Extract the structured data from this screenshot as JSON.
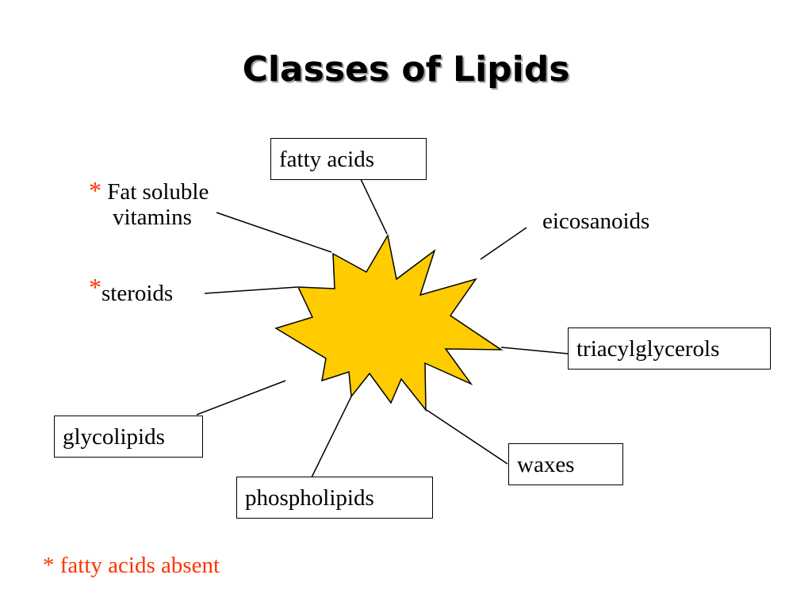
{
  "title": "Classes of Lipids",
  "colors": {
    "burst_fill": "#ffcc00",
    "burst_stroke": "#000000",
    "accent": "#ff3300",
    "text": "#000000"
  },
  "labels": {
    "fatty_acids": "fatty acids",
    "fat_soluble_marker": "*",
    "fat_soluble_line1": "Fat soluble",
    "fat_soluble_line2": "vitamins",
    "eicosanoids": "eicosanoids",
    "steroids_marker": "*",
    "steroids": "steroids",
    "triacylglycerols": "triacylglycerols",
    "glycolipids": "glycolipids",
    "waxes": "waxes",
    "phospholipids": "phospholipids"
  },
  "footnote": "* fatty acids absent"
}
